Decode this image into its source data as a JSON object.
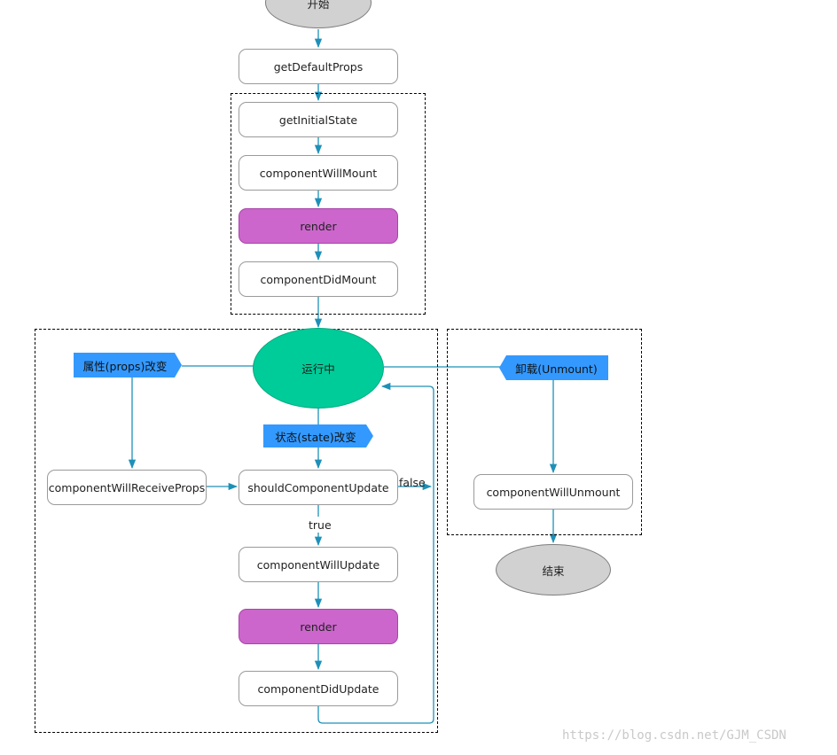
{
  "nodes": {
    "start": "开始",
    "get_default_props": "getDefaultProps",
    "get_initial_state": "getInitialState",
    "component_will_mount": "componentWillMount",
    "render_mount": "render",
    "component_did_mount": "componentDidMount",
    "running": "运行中",
    "props_changed": "属性(props)改变",
    "state_changed": "状态(state)改变",
    "unmount": "卸载(Unmount)",
    "component_will_receive_props": "componentWillReceiveProps",
    "should_component_update": "shouldComponentUpdate",
    "component_will_unmount": "componentWillUnmount",
    "component_will_update": "componentWillUpdate",
    "render_update": "render",
    "component_did_update": "componentDidUpdate",
    "end": "结束"
  },
  "edge_labels": {
    "false_label": "false",
    "true_label": "true"
  },
  "watermark": "https://blog.csdn.net/GJM_CSDN",
  "colors": {
    "arrow": "#1e90b8",
    "render_fill": "#cc66cc",
    "running_fill": "#00cc99",
    "tag_fill": "#3399ff",
    "terminal_fill": "#d1d1d1"
  }
}
